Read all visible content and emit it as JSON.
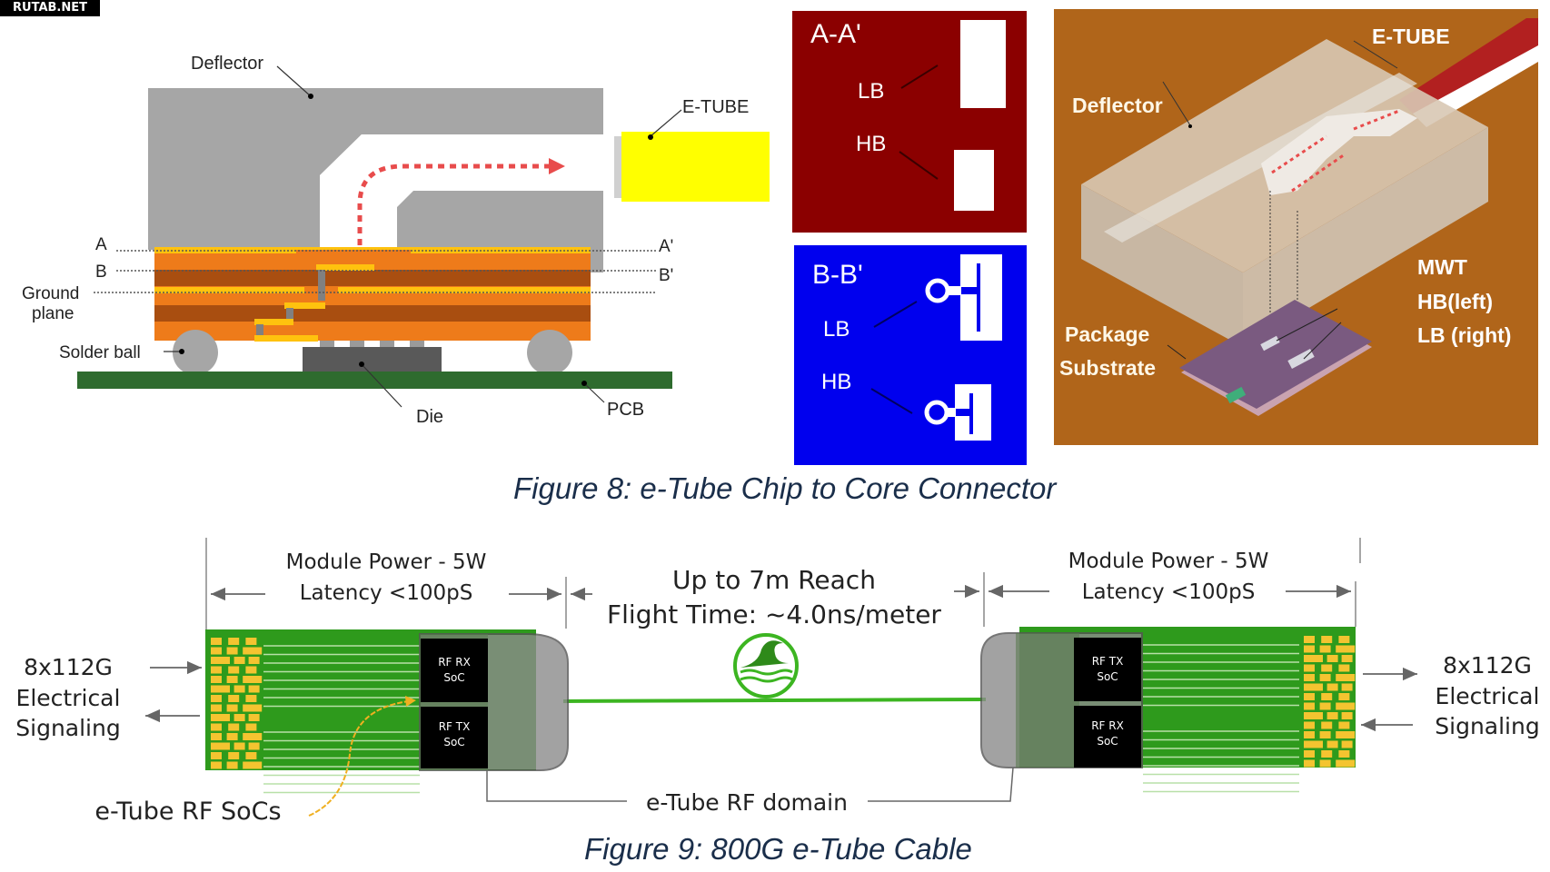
{
  "watermark": "RUTAB.NET",
  "figure8": {
    "caption": "Figure 8: e-Tube Chip to Core Connector",
    "cross_section": {
      "labels": {
        "deflector": "Deflector",
        "etube": "E-TUBE",
        "a": "A",
        "a_prime": "A'",
        "b": "B",
        "b_prime": "B'",
        "ground_plane_line1": "Ground",
        "ground_plane_line2": "plane",
        "solder_ball": "Solder ball",
        "die": "Die",
        "pcb": "PCB"
      },
      "colors": {
        "deflector": "#a6a6a6",
        "etube": "#ffff00",
        "substrate_light": "#ee7b1a",
        "substrate_dark": "#a94e10",
        "metal": "#ffc20e",
        "die": "#595959",
        "pcb": "#2e6b2e",
        "signal_arrow": "#e84c4c"
      }
    },
    "section_aa": {
      "title": "A-A'",
      "lb": "LB",
      "hb": "HB",
      "background": "#8b0000"
    },
    "section_bb": {
      "title": "B-B'",
      "lb": "LB",
      "hb": "HB",
      "background": "#0000ee"
    },
    "isometric": {
      "background": "#b0651a",
      "labels": {
        "etube": "E-TUBE",
        "deflector": "Deflector",
        "mwt": "MWT",
        "hb_left": "HB(left)",
        "lb_right": "LB (right)",
        "package_line1": "Package",
        "package_line2": "Substrate"
      }
    }
  },
  "figure9": {
    "caption": "Figure 9: 800G e-Tube Cable",
    "left_module": {
      "power": "Module Power - 5W",
      "latency": "Latency <100pS",
      "chip_top_line1": "RF RX",
      "chip_top_line2": "SoC",
      "chip_bottom_line1": "RF TX",
      "chip_bottom_line2": "SoC"
    },
    "right_module": {
      "power": "Module Power - 5W",
      "latency": "Latency <100pS",
      "chip_top_line1": "RF TX",
      "chip_top_line2": "SoC",
      "chip_bottom_line1": "RF RX",
      "chip_bottom_line2": "SoC"
    },
    "cable": {
      "reach": "Up to 7m Reach",
      "flight_time": "Flight Time: ~4.0ns/meter",
      "rf_domain": "e-Tube RF domain"
    },
    "left_io": {
      "line1": "8x112G",
      "line2": "Electrical",
      "line3": "Signaling"
    },
    "right_io": {
      "line1": "8x112G",
      "line2": "Electrical",
      "line3": "Signaling"
    },
    "soc_callout": "e-Tube RF SoCs",
    "colors": {
      "board": "#2e9a1c",
      "pads": "#f4c430",
      "chip": "#000000",
      "housing": "#8c8c8c",
      "cable": "#3cb521"
    }
  }
}
